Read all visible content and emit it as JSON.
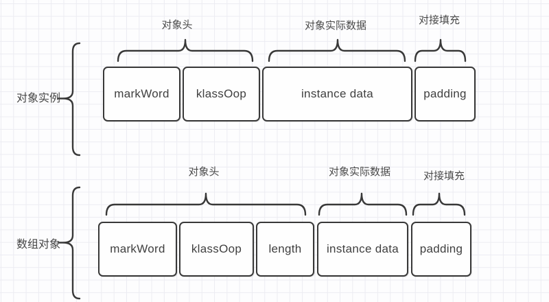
{
  "diagram": {
    "title_hint": "JVM object memory layout",
    "rows": [
      {
        "row_label": "对象实例",
        "group_labels": [
          "对象头",
          "对象实际数据",
          "对接填充"
        ],
        "cells": [
          "markWord",
          "klassOop",
          "instance data",
          "padding"
        ]
      },
      {
        "row_label": "数组对象",
        "group_labels": [
          "对象头",
          "对象实际数据",
          "对接填充"
        ],
        "cells": [
          "markWord",
          "klassOop",
          "length",
          "instance data",
          "padding"
        ]
      }
    ]
  },
  "colors": {
    "stroke": "#383838",
    "text": "#3f3f3f",
    "grid_line": "#ececf2",
    "background": "#fdfdfe"
  }
}
